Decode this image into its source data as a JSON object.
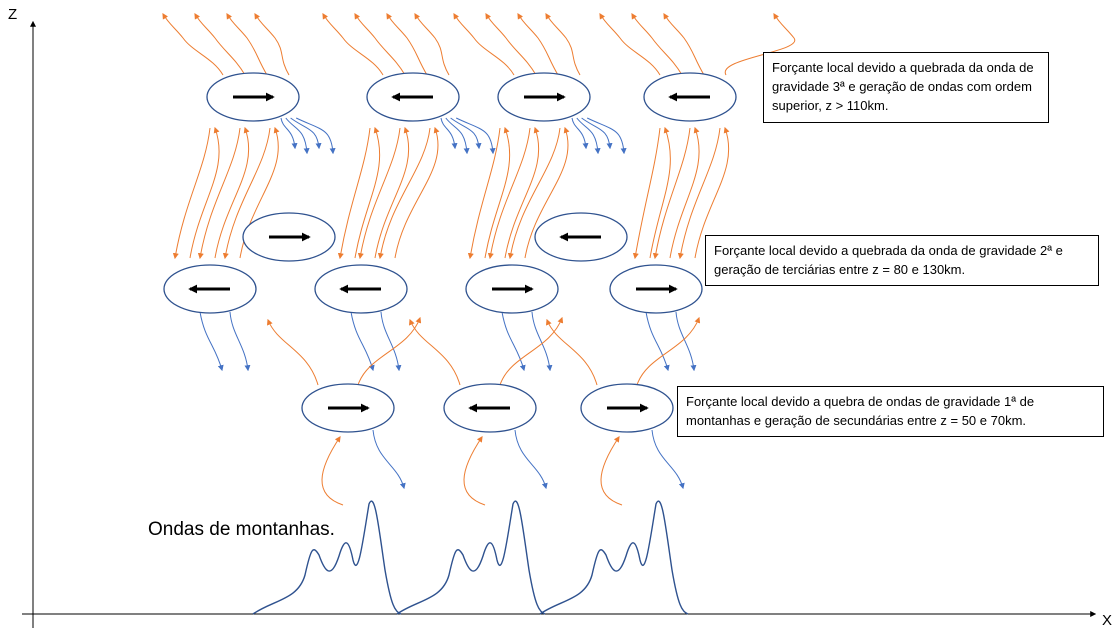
{
  "axes": {
    "z_label": "Z",
    "x_label": "X"
  },
  "annotations": {
    "top": "Forçante local devido a quebrada da onda de gravidade 3ª e geração de ondas com ordem superior, z > 110km.",
    "middle": "Forçante local devido a quebrada da onda de gravidade 2ª e geração de terciárias entre z = 80 e 130km.",
    "lower": "Forçante local devido a quebra de ondas de gravidade 1ª de montanhas e geração de secundárias entre z = 50 e 70km."
  },
  "mountain_caption": "Ondas de montanhas.",
  "colors": {
    "upward_wave": "#ed7d31",
    "downward_wave": "#4472c4",
    "ellipse_stroke": "#2f528f",
    "mountain_stroke": "#2f528f",
    "axis": "#000000"
  },
  "forcing_cells": {
    "top_row": [
      "right",
      "left",
      "right",
      "left"
    ],
    "middle_row": [
      "right",
      "left"
    ],
    "lower_middle_row": [
      "left",
      "left",
      "right",
      "right"
    ],
    "bottom_row": [
      "right",
      "left",
      "right"
    ]
  }
}
